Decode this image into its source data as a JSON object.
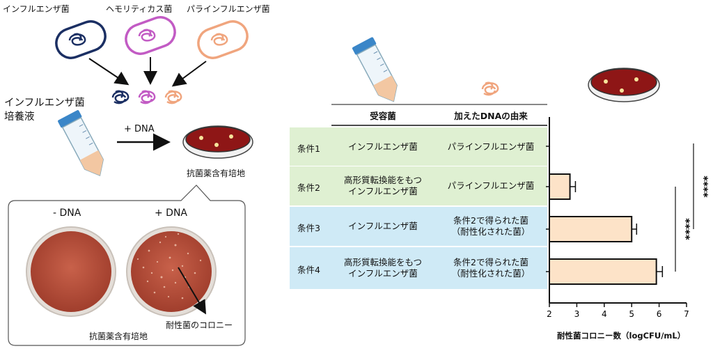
{
  "top_labels": {
    "influenza": "インフルエンザ菌",
    "hemolyticus": "ヘモリティカス菌",
    "parainfluenza": "パラインフルエンザ菌"
  },
  "culture_label_1": "インフルエンザ菌",
  "culture_label_2": "培養液",
  "plus_dna": "+ DNA",
  "plate_label": "抗菌薬含有培地",
  "photo": {
    "minus_label": "- DNA",
    "plus_label": "+ DNA",
    "bottom_label": "抗菌薬含有培地",
    "colony_label": "耐性菌のコロニー"
  },
  "table": {
    "header_recipient": "受容菌",
    "header_dna": "加えたDNAの由来",
    "rows": [
      {
        "condition": "条件1",
        "recipient": [
          "インフルエンザ菌"
        ],
        "dna": [
          "パラインフルエンザ菌"
        ]
      },
      {
        "condition": "条件2",
        "recipient": [
          "高形質転換能をもつ",
          "インフルエンザ菌"
        ],
        "dna": [
          "パラインフルエンザ菌"
        ]
      },
      {
        "condition": "条件3",
        "recipient": [
          "インフルエンザ菌"
        ],
        "dna": [
          "条件2で得られた菌",
          "（耐性化された菌）"
        ]
      },
      {
        "condition": "条件4",
        "recipient": [
          "高形質転換能をもつ",
          "インフルエンザ菌"
        ],
        "dna": [
          "条件2で得られた菌",
          "（耐性化された菌）"
        ]
      }
    ],
    "row_colors": [
      "#dff0d2",
      "#cfeaf6"
    ]
  },
  "significance": "****",
  "chart_data": {
    "type": "bar",
    "orientation": "horizontal",
    "categories": [
      "条件1",
      "条件2",
      "条件3",
      "条件4"
    ],
    "values": [
      0,
      2.75,
      5.0,
      5.9
    ],
    "errors": [
      0,
      0.2,
      0.18,
      0.22
    ],
    "xlim": [
      2,
      7
    ],
    "xticks": [
      "2",
      "3",
      "4",
      "5",
      "6",
      "7"
    ],
    "xlabel": "耐性菌コロニー数（logCFU/mL）",
    "bar_color": "#fde3c8"
  },
  "colors": {
    "influenza": "#1b2f63",
    "hemolyticus": "#c25bc4",
    "parainfluenza": "#f0a57e",
    "agar": "#8e1616"
  }
}
